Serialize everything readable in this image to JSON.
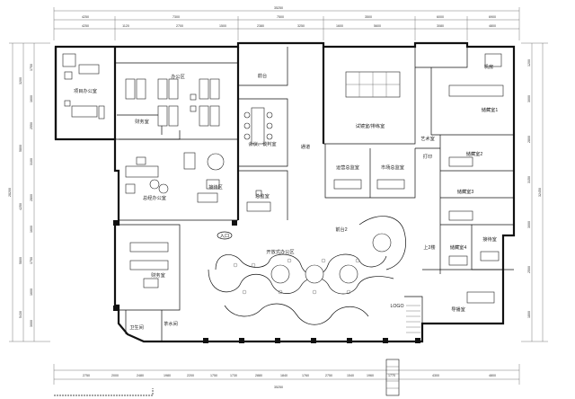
{
  "plan": {
    "overall_top": "35250",
    "overall_bottom": "35250",
    "rooms": {
      "project_office": "项目办公室",
      "office_area": "办公区",
      "finance": "财务室",
      "front_desk": "前台",
      "reception": "接待区",
      "gm_office": "总经办公室",
      "meeting": "会议、谈判室",
      "storage": "总监室",
      "aisle": "通道",
      "test_room": "试镜室/排练室",
      "admin_wc": "卫生间",
      "ops_director": "运营总监室",
      "market_director": "市场总监室",
      "print": "打印",
      "art_dept": "艺术室",
      "storage1": "储藏室1",
      "storage2": "储藏室2",
      "storage3": "储藏室3",
      "storage4": "储藏室4",
      "open_office": "开放式办公区",
      "front2": "前台2",
      "finance2": "财务室",
      "tea": "茶水间",
      "reception2": "接待室",
      "elevator": "LOGO",
      "stairs": "上2楼",
      "guide_room": "导播室",
      "mech": "机房",
      "entrance_label": "入口"
    },
    "dims_top": [
      "4250",
      "7300",
      "7500",
      "3500",
      "6000",
      "6900"
    ],
    "dims_top2": [
      "4250",
      "1120",
      "2700",
      "1500",
      "2380",
      "3250",
      "1600",
      "5600",
      "3080",
      "4800"
    ],
    "dims_left": [
      "3200",
      "5800",
      "4250",
      "5800",
      "5430"
    ],
    "dims_left2": [
      "1750",
      "1600",
      "2550",
      "3100",
      "2800",
      "1600",
      "1750",
      "1600",
      "3000"
    ],
    "dims_right": [
      "1200",
      "3000",
      "2800",
      "3150",
      "3000",
      "2500",
      "1800"
    ],
    "dims_right_total": "32450",
    "dims_left_total": "28200",
    "dims_bottom": [
      "2750",
      "2000",
      "2480",
      "1980",
      "2200",
      "1750",
      "1730",
      "2880",
      "1840",
      "1760",
      "2750",
      "1540",
      "1960",
      "1770",
      "4300",
      "4800"
    ]
  }
}
